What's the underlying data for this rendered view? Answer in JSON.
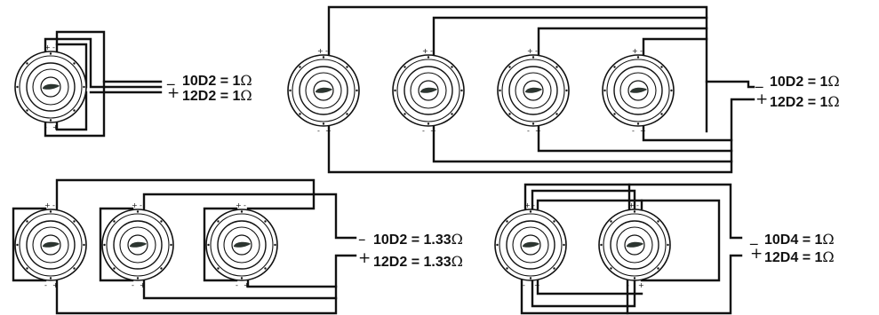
{
  "configurations": [
    {
      "id": "single",
      "speaker_count": 1,
      "minus_sign": "_",
      "plus_sign": "+",
      "line1": {
        "model": "10D2",
        "eq": " = 1",
        "unit": "Ω"
      },
      "line2": {
        "model": "12D2",
        "eq": " = 1",
        "unit": "Ω"
      }
    },
    {
      "id": "quad",
      "speaker_count": 4,
      "minus_sign": "_",
      "plus_sign": "+",
      "line1": {
        "model": "10D2",
        "eq": " = 1",
        "unit": "Ω"
      },
      "line2": {
        "model": "12D2",
        "eq": " = 1",
        "unit": "Ω"
      }
    },
    {
      "id": "triple",
      "speaker_count": 3,
      "minus_sign": "–",
      "plus_sign": "+",
      "line1": {
        "model": "10D2",
        "eq": " = 1.33",
        "unit": "Ω"
      },
      "line2": {
        "model": "12D2",
        "eq": " = 1.33",
        "unit": "Ω"
      }
    },
    {
      "id": "dual-d4",
      "speaker_count": 2,
      "minus_sign": "_",
      "plus_sign": "+",
      "line1": {
        "model": "10D4",
        "eq": " = 1",
        "unit": "Ω"
      },
      "line2": {
        "model": "12D4",
        "eq": " = 1",
        "unit": "Ω"
      }
    }
  ],
  "terminal_marks": {
    "plus": "+",
    "minus": "-"
  },
  "icons": {
    "speaker": "subwoofer-icon"
  }
}
